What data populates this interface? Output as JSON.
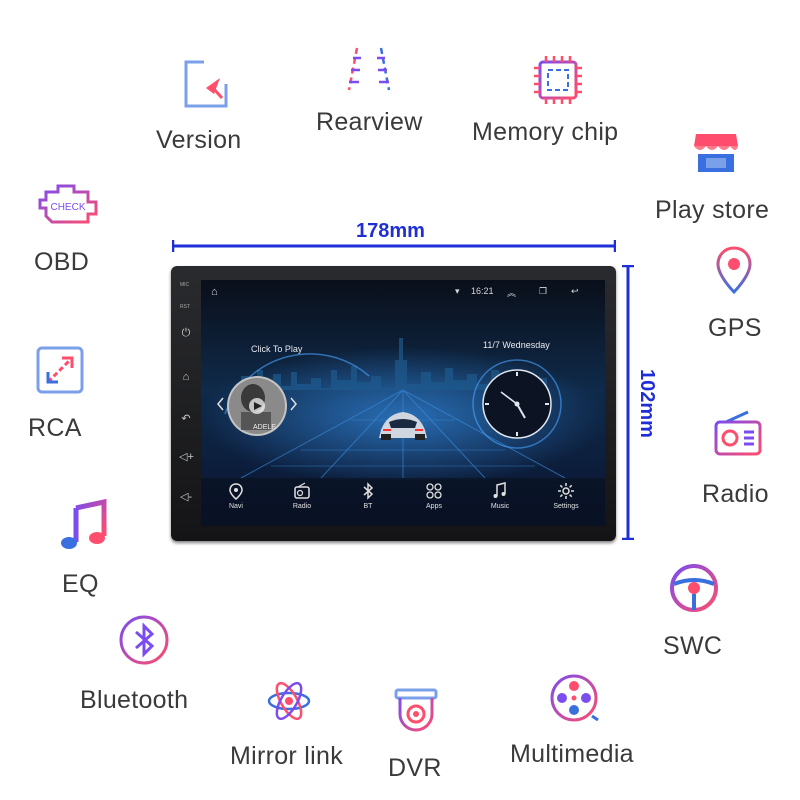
{
  "features": [
    {
      "key": "version",
      "label": "Version",
      "icon": "cursor-window-icon"
    },
    {
      "key": "rearview",
      "label": "Rearview",
      "icon": "rear-camera-guidelines-icon"
    },
    {
      "key": "memory_chip",
      "label": "Memory chip",
      "icon": "memory-chip-icon"
    },
    {
      "key": "play_store",
      "label": "Play store",
      "icon": "storefront-icon"
    },
    {
      "key": "obd",
      "label": "OBD",
      "icon": "engine-check-icon",
      "icon_text": "CHECK"
    },
    {
      "key": "gps",
      "label": "GPS",
      "icon": "map-pin-icon"
    },
    {
      "key": "rca",
      "label": "RCA",
      "icon": "expand-arrows-icon"
    },
    {
      "key": "radio",
      "label": "Radio",
      "icon": "radio-icon"
    },
    {
      "key": "eq",
      "label": "EQ",
      "icon": "music-note-icon"
    },
    {
      "key": "swc",
      "label": "SWC",
      "icon": "steering-wheel-icon"
    },
    {
      "key": "bluetooth",
      "label": "Bluetooth",
      "icon": "bluetooth-icon"
    },
    {
      "key": "mirror_link",
      "label": "Mirror link",
      "icon": "atom-icon"
    },
    {
      "key": "dvr",
      "label": "DVR",
      "icon": "dashcam-icon"
    },
    {
      "key": "multimedia",
      "label": "Multimedia",
      "icon": "film-reel-icon"
    }
  ],
  "dimensions": {
    "width": "178mm",
    "height": "102mm",
    "color": "#1f2fd8"
  },
  "device": {
    "side_labels": [
      "MIC",
      "RST"
    ],
    "side_buttons": [
      "power-icon",
      "home-icon",
      "back-icon",
      "volume-up-icon",
      "volume-down-icon"
    ],
    "status": {
      "time": "16:21"
    },
    "music_widget": {
      "title": "Click To Play",
      "album_text": "ADELE"
    },
    "clock_widget": {
      "date": "11/7 Wednesday"
    },
    "dock": [
      {
        "label": "Navi",
        "icon": "location-pin-icon"
      },
      {
        "label": "Radio",
        "icon": "radio-icon"
      },
      {
        "label": "BT",
        "icon": "bluetooth-icon"
      },
      {
        "label": "Apps",
        "icon": "apps-grid-icon"
      },
      {
        "label": "Music",
        "icon": "music-note-icon"
      },
      {
        "label": "Settings",
        "icon": "gear-icon"
      }
    ]
  },
  "colors": {
    "gradient_start": "#8a3fe0",
    "gradient_end": "#ff4d5e",
    "accent_blue": "#3a6fe0"
  }
}
